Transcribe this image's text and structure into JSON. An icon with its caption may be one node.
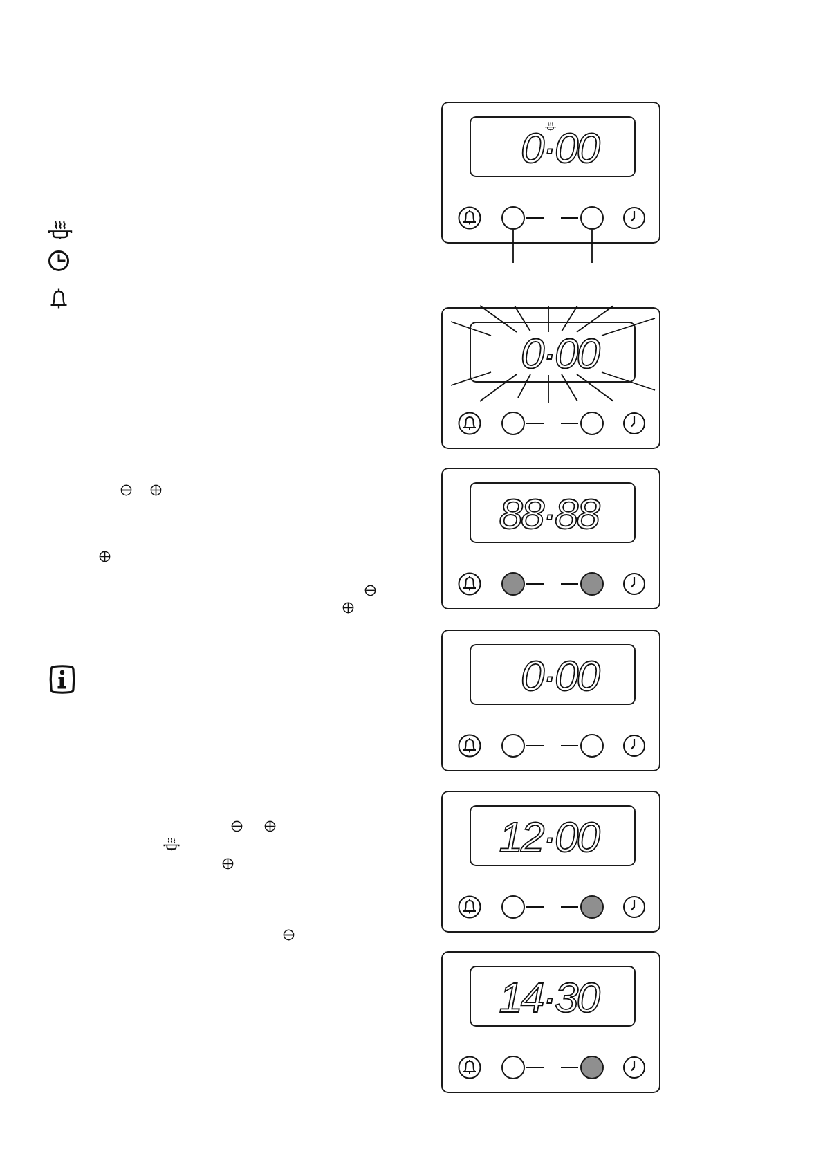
{
  "diagram": {
    "nodes": [
      {
        "text": [],
        "shape": "box"
      },
      {
        "text": [
          "0·00"
        ],
        "in": 0
      },
      {
        "text": [],
        "shape": "circle",
        "in": 0
      },
      {
        "text": [],
        "shape": "circle",
        "in": 0
      },
      {
        "text": [],
        "shape": "box"
      },
      {
        "text": [
          "0·00"
        ],
        "in": 4
      },
      {
        "text": [],
        "shape": "circle",
        "in": 4
      },
      {
        "text": [],
        "shape": "circle",
        "in": 4
      },
      {
        "text": [],
        "shape": "box"
      },
      {
        "text": [
          "88·88"
        ],
        "in": 8
      },
      {
        "text": [],
        "shape": "circle",
        "in": 8
      },
      {
        "text": [],
        "shape": "circle",
        "in": 8
      },
      {
        "text": [],
        "shape": "box"
      },
      {
        "text": [
          "0·00"
        ],
        "in": 12
      },
      {
        "text": [],
        "shape": "circle",
        "in": 12
      },
      {
        "text": [],
        "shape": "circle",
        "in": 12
      },
      {
        "text": [],
        "shape": "box"
      },
      {
        "text": [
          "12·00"
        ],
        "in": 16
      },
      {
        "text": [],
        "shape": "circle",
        "in": 16
      },
      {
        "text": [],
        "shape": "circle",
        "in": 16
      },
      {
        "text": [],
        "shape": "box"
      },
      {
        "text": [
          "14·30"
        ],
        "in": 20
      },
      {
        "text": [],
        "shape": "circle",
        "in": 20
      },
      {
        "text": [],
        "shape": "circle",
        "in": 20
      }
    ],
    "edges": [
      {
        "from": null,
        "to": 2,
        "arrow": "none"
      },
      {
        "from": null,
        "to": 3,
        "arrow": "none"
      }
    ]
  }
}
